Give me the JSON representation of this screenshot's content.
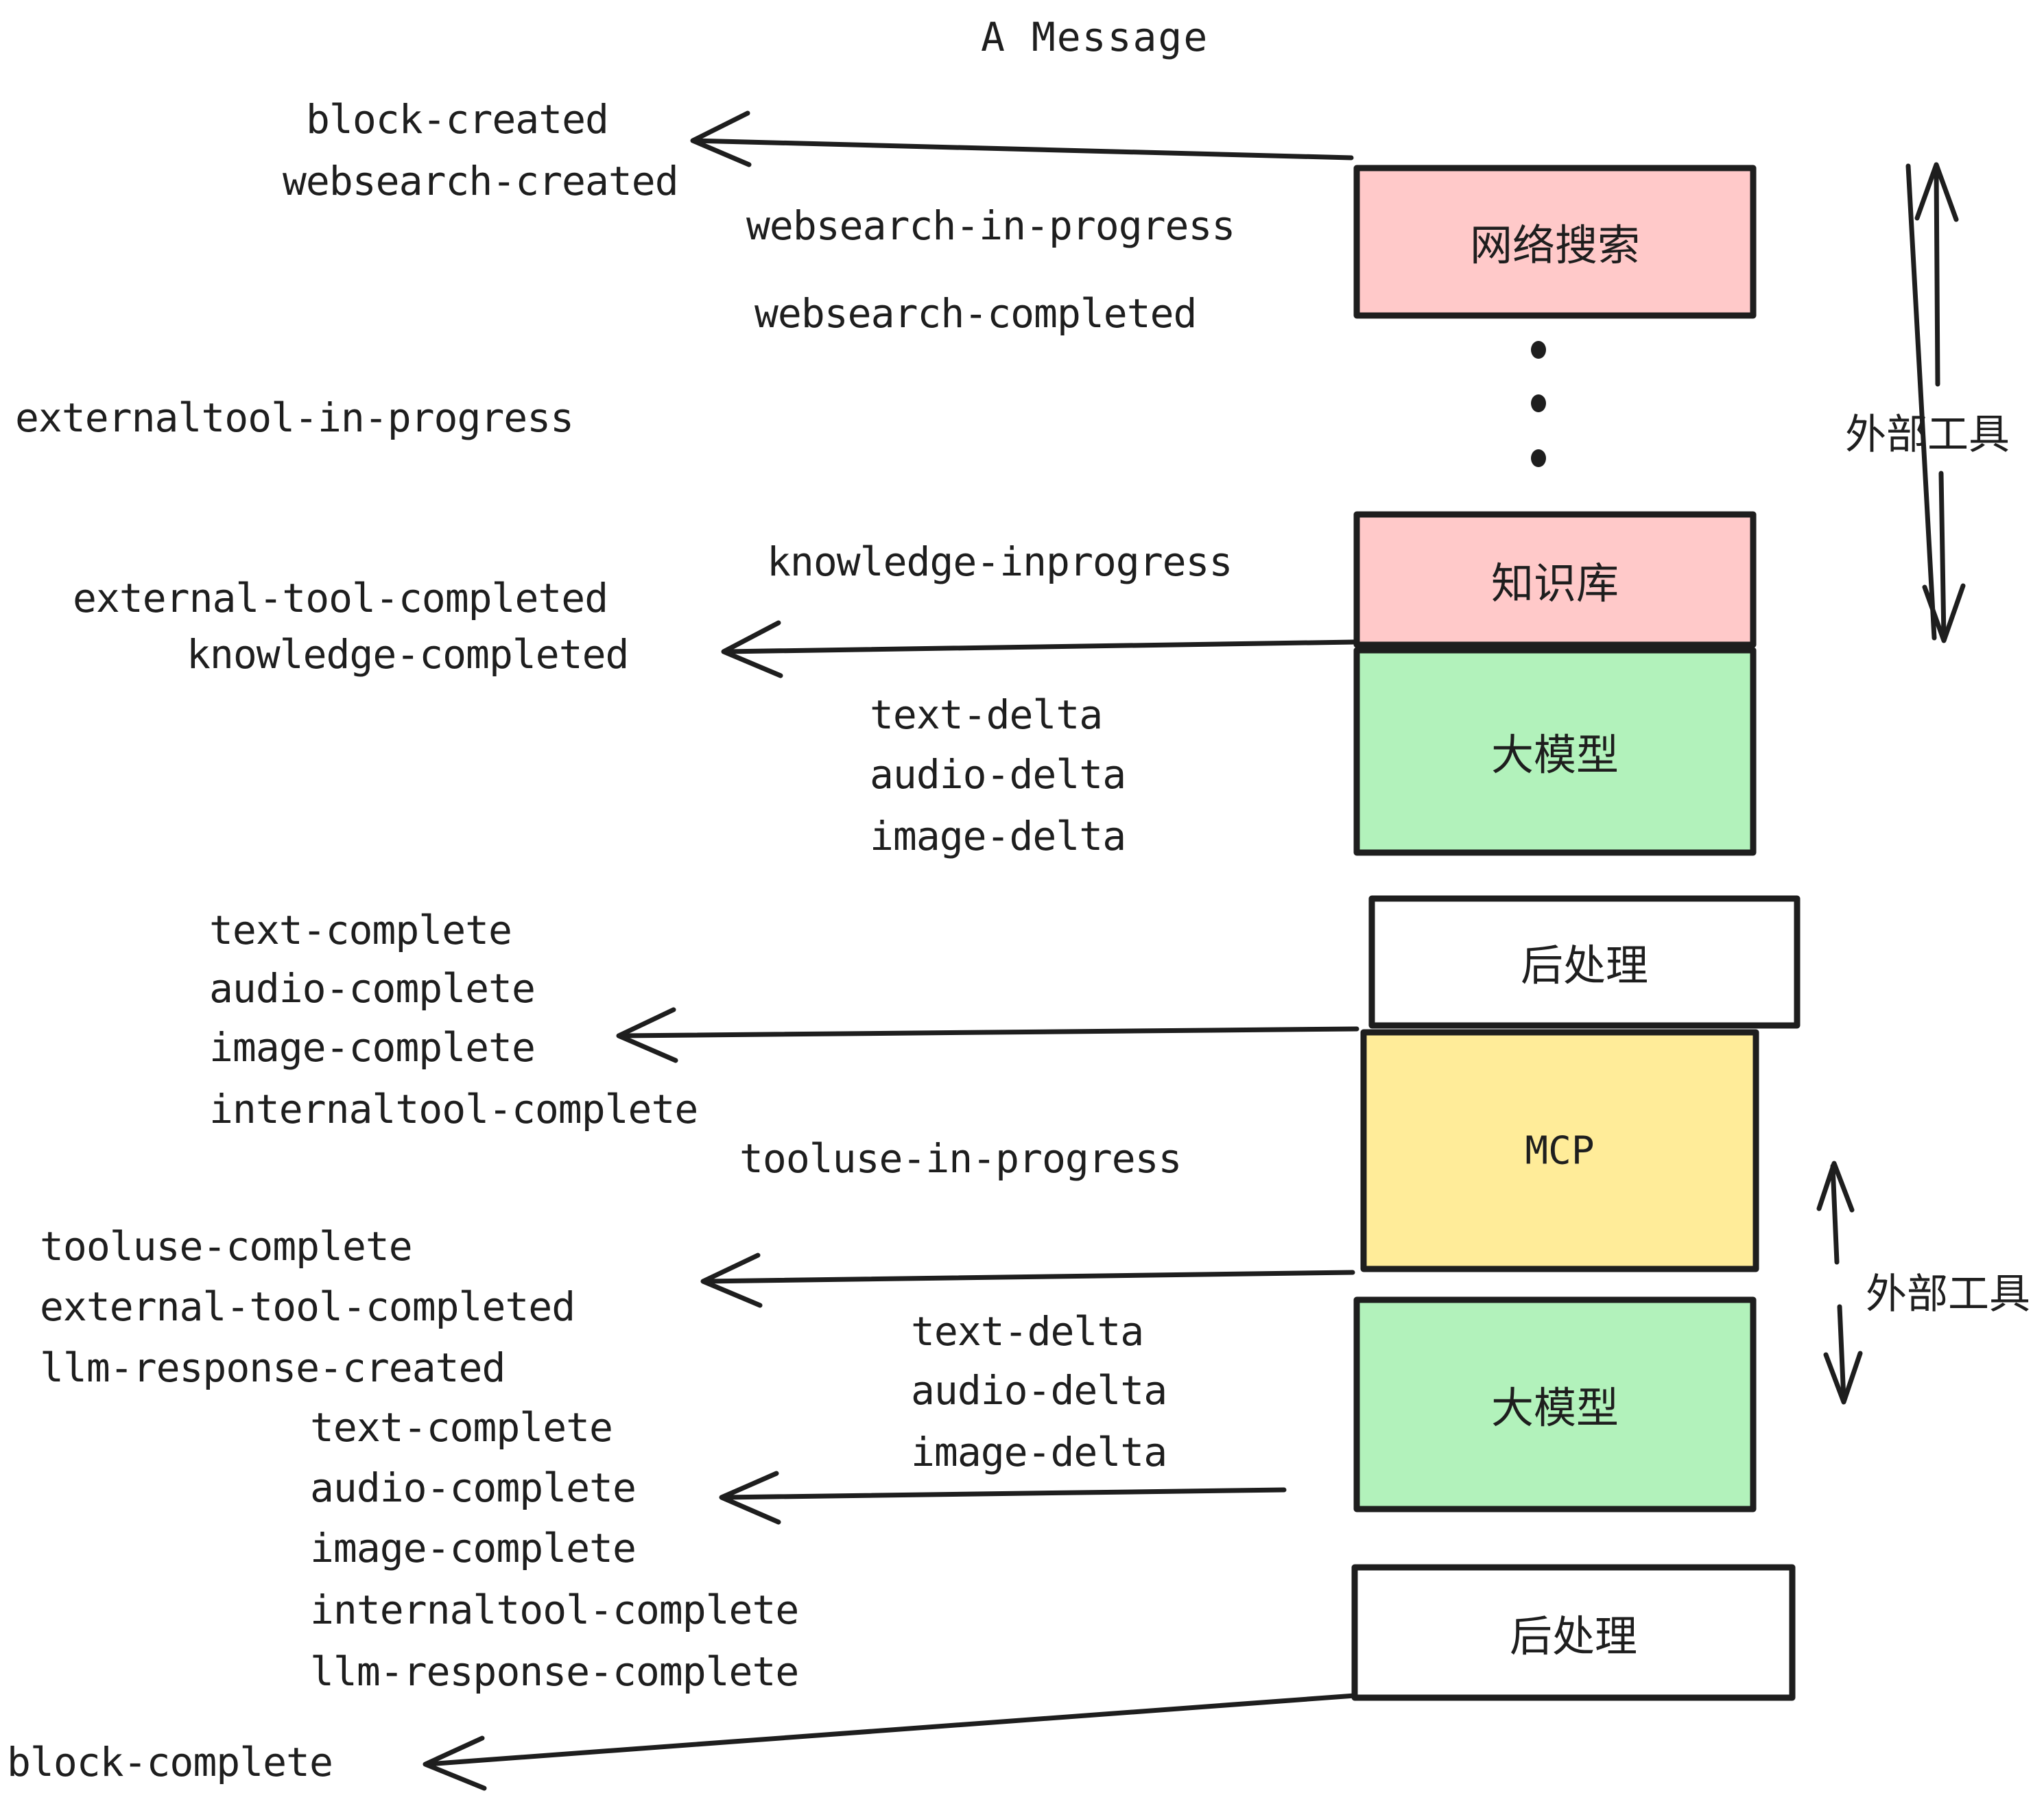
{
  "title": "A Message",
  "colors": {
    "pink": "#FFC9C9",
    "green": "#B2F2BB",
    "yellow": "#FFEC99",
    "white": "#FFFFFF",
    "stroke": "#1E1E1E"
  },
  "boxes": [
    {
      "id": "websearch",
      "label": "网络搜索",
      "fill": "#FFC9C9"
    },
    {
      "id": "knowledge",
      "label": "知识库",
      "fill": "#FFC9C9"
    },
    {
      "id": "llm-1",
      "label": "大模型",
      "fill": "#B2F2BB"
    },
    {
      "id": "postprocess-1",
      "label": "后处理",
      "fill": "#FFFFFF"
    },
    {
      "id": "mcp",
      "label": "MCP",
      "fill": "#FFEC99"
    },
    {
      "id": "llm-2",
      "label": "大模型",
      "fill": "#B2F2BB"
    },
    {
      "id": "postprocess-2",
      "label": "后处理",
      "fill": "#FFFFFF"
    }
  ],
  "side_annotations": [
    {
      "id": "external-tools-top",
      "label": "外部工具"
    },
    {
      "id": "external-tools-bottom",
      "label": "外部工具"
    }
  ],
  "events": {
    "block_created": "block-created",
    "websearch_created": "websearch-created",
    "websearch_in_progress": "websearch-in-progress",
    "websearch_completed": "websearch-completed",
    "externaltool_in_progress": "externaltool-in-progress",
    "knowledge_inprogress": "knowledge-inprogress",
    "external_tool_completed_1": "external-tool-completed",
    "knowledge_completed": "knowledge-completed",
    "text_delta_1": "text-delta",
    "audio_delta_1": "audio-delta",
    "image_delta_1": "image-delta",
    "text_complete_1": "text-complete",
    "audio_complete_1": "audio-complete",
    "image_complete_1": "image-complete",
    "internaltool_complete_1": "internaltool-complete",
    "tooluse_in_progress": "tooluse-in-progress",
    "tooluse_complete": "tooluse-complete",
    "external_tool_completed_2": "external-tool-completed",
    "llm_response_created": "llm-response-created",
    "text_delta_2": "text-delta",
    "audio_delta_2": "audio-delta",
    "image_delta_2": "image-delta",
    "text_complete_2": "text-complete",
    "audio_complete_2": "audio-complete",
    "image_complete_2": "image-complete",
    "internaltool_complete_2": "internaltool-complete",
    "llm_response_complete": "llm-response-complete",
    "block_complete": "block-complete"
  },
  "ellipsis": {
    "id": "vertical-ellipsis",
    "count": 3
  }
}
